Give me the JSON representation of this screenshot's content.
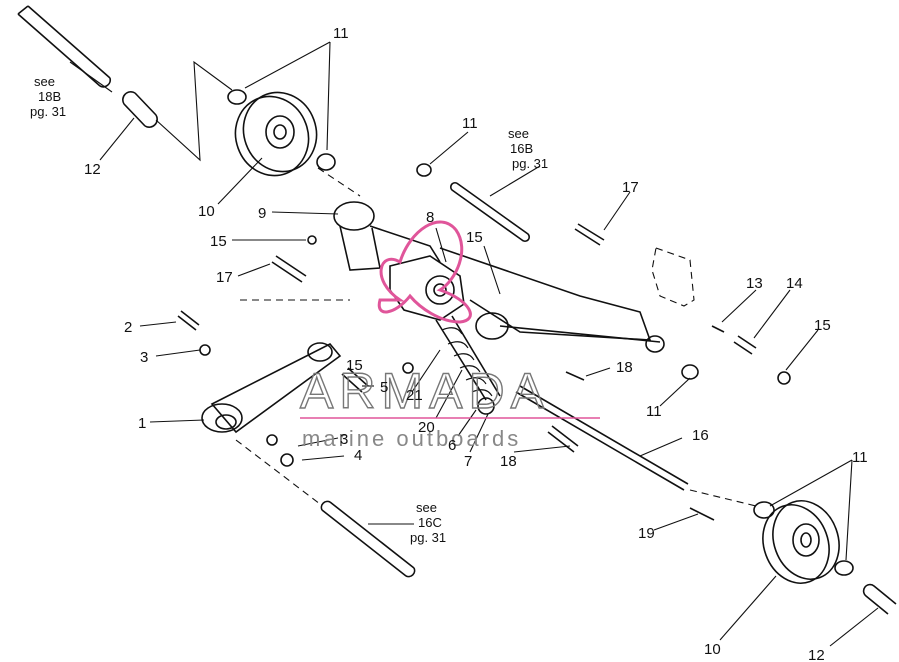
{
  "watermark": {
    "brand": "ARMADA",
    "tagline": "marine outboards",
    "accent_color": "#e0559a"
  },
  "references": [
    {
      "id": "ref-18b",
      "lines": [
        "see",
        "18B",
        "pg. 31"
      ]
    },
    {
      "id": "ref-16b",
      "lines": [
        "see",
        "16B",
        "pg. 31"
      ]
    },
    {
      "id": "ref-16c",
      "lines": [
        "see",
        "16C",
        "pg. 31"
      ]
    }
  ],
  "callouts": [
    "11",
    "12",
    "10",
    "9",
    "15",
    "17",
    "2",
    "3",
    "1",
    "11",
    "8",
    "15",
    "17",
    "13",
    "14",
    "15",
    "18",
    "15",
    "5",
    "21",
    "20",
    "6",
    "7",
    "3",
    "4",
    "18",
    "16",
    "11",
    "19",
    "10",
    "12",
    "11"
  ]
}
